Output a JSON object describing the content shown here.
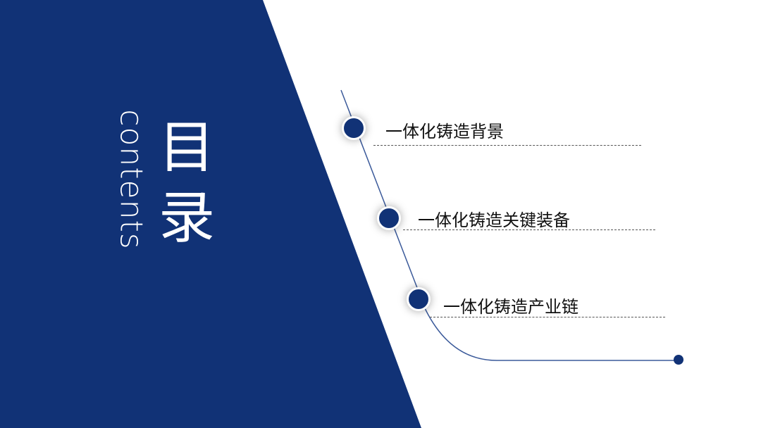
{
  "title": {
    "chinese_chars": [
      "目",
      "录"
    ],
    "english": "contents"
  },
  "items": [
    {
      "label": "一体化铸造背景"
    },
    {
      "label": "一体化铸造关键装备"
    },
    {
      "label": "一体化铸造产业链"
    }
  ],
  "colors": {
    "primary_blue": "#113276",
    "line_blue": "#3b5a9a",
    "background": "#ffffff"
  }
}
